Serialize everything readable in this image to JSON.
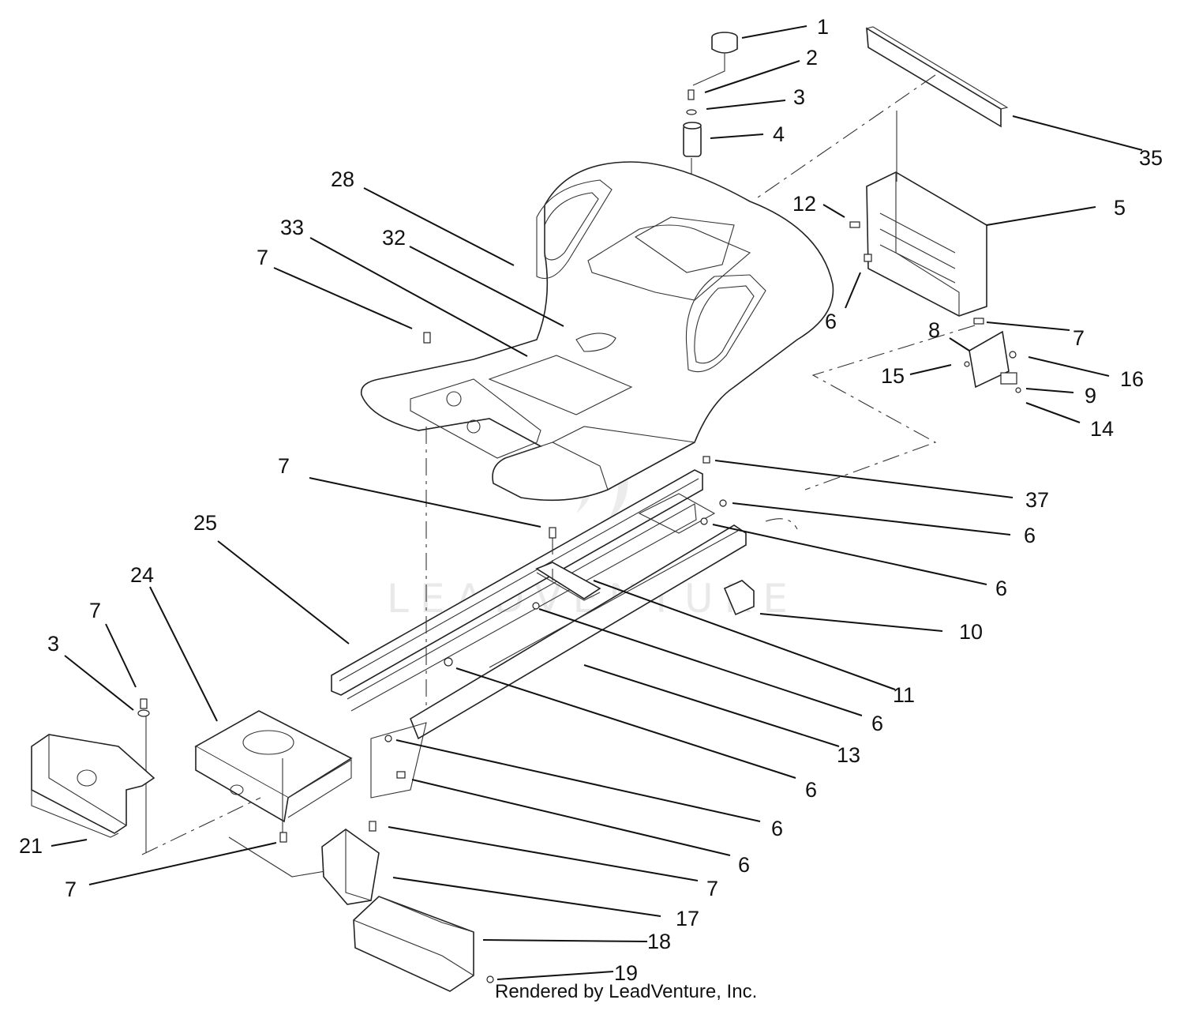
{
  "footer": {
    "credit": "Rendered by LeadVenture, Inc."
  },
  "watermark": {
    "text": "LEADVENTURE"
  },
  "callouts": [
    {
      "num": "1"
    },
    {
      "num": "2"
    },
    {
      "num": "3"
    },
    {
      "num": "4"
    },
    {
      "num": "35"
    },
    {
      "num": "5"
    },
    {
      "num": "12"
    },
    {
      "num": "6"
    },
    {
      "num": "7"
    },
    {
      "num": "8"
    },
    {
      "num": "16"
    },
    {
      "num": "15"
    },
    {
      "num": "9"
    },
    {
      "num": "14"
    },
    {
      "num": "28"
    },
    {
      "num": "33"
    },
    {
      "num": "32"
    },
    {
      "num": "7"
    },
    {
      "num": "7"
    },
    {
      "num": "37"
    },
    {
      "num": "6"
    },
    {
      "num": "6"
    },
    {
      "num": "25"
    },
    {
      "num": "10"
    },
    {
      "num": "24"
    },
    {
      "num": "11"
    },
    {
      "num": "7"
    },
    {
      "num": "6"
    },
    {
      "num": "3"
    },
    {
      "num": "13"
    },
    {
      "num": "6"
    },
    {
      "num": "6"
    },
    {
      "num": "21"
    },
    {
      "num": "6"
    },
    {
      "num": "7"
    },
    {
      "num": "7"
    },
    {
      "num": "17"
    },
    {
      "num": "18"
    },
    {
      "num": "19"
    }
  ]
}
